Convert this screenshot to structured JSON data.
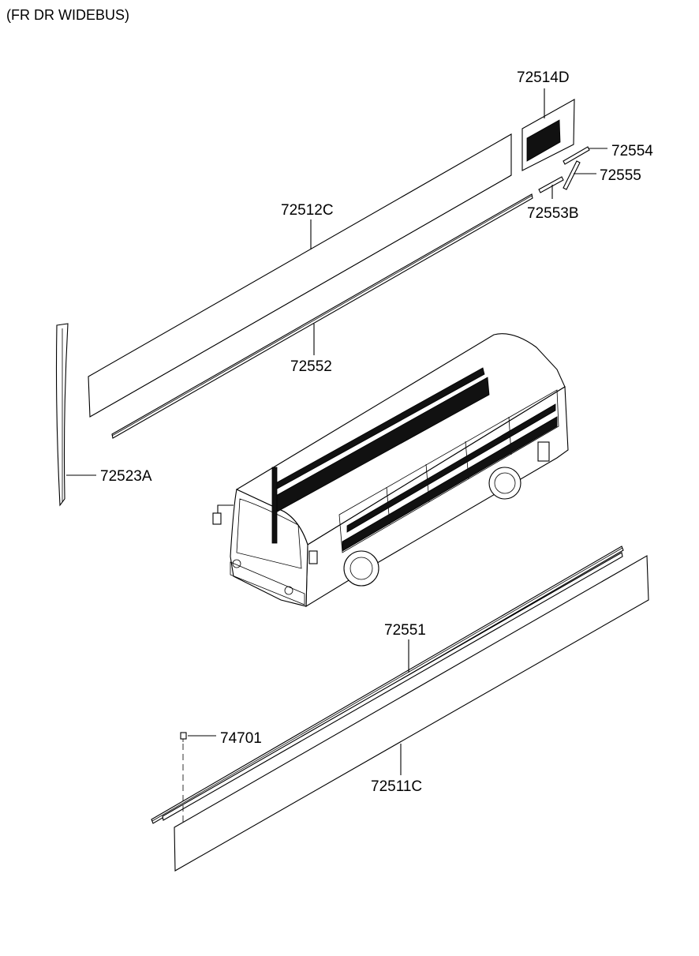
{
  "header": {
    "title": "(FR DR WIDEBUS)"
  },
  "parts": {
    "p72514D": "72514D",
    "p72554": "72554",
    "p72555": "72555",
    "p72553B": "72553B",
    "p72512C": "72512C",
    "p72552": "72552",
    "p72523A": "72523A",
    "p72551": "72551",
    "p74701": "74701",
    "p72511C": "72511C"
  }
}
